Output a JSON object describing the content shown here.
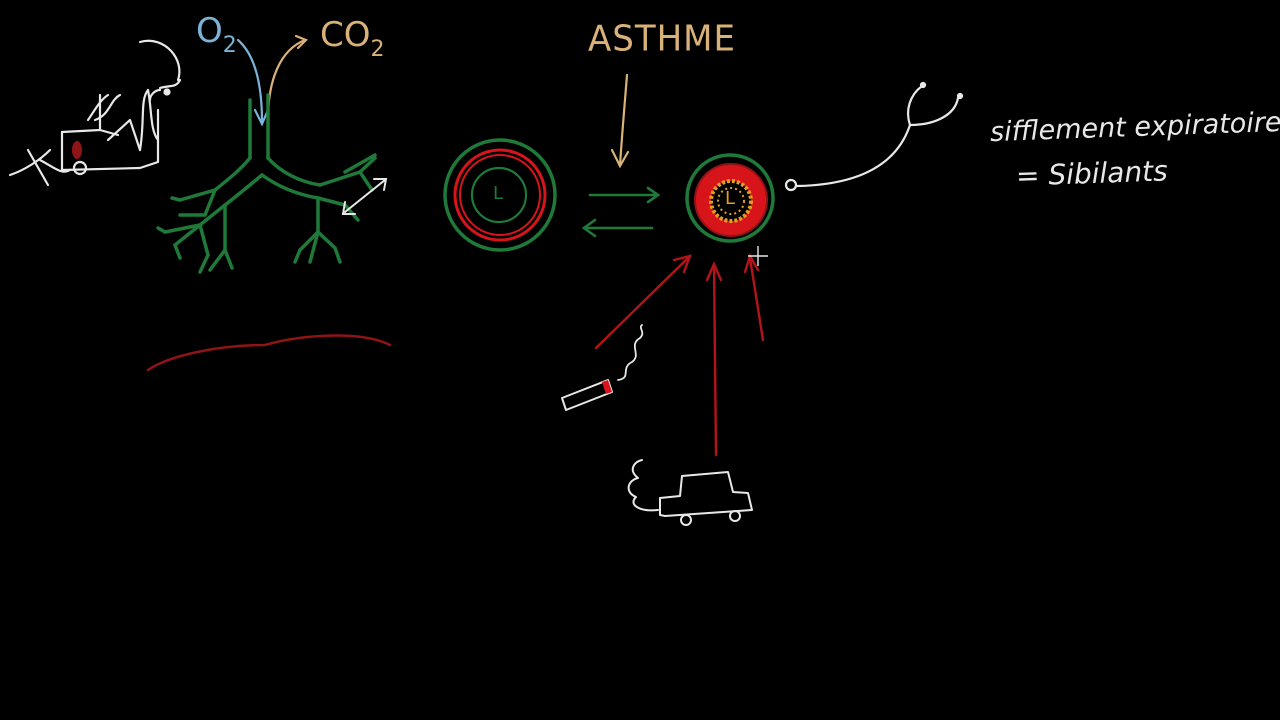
{
  "diagram": {
    "title": "ASTHME",
    "gas_labels": {
      "oxygen": "O",
      "oxygen_sub": "2",
      "carbon_dioxide": "CO",
      "carbon_dioxide_sub": "2"
    },
    "sound": {
      "line1": "sifflement expiratoire",
      "line2": "= Sibilants"
    },
    "airway_letters": {
      "normal": "L",
      "asthma": "L"
    }
  },
  "colors": {
    "background": "#000000",
    "ink_white": "#e8e8e8",
    "ink_green": "#1f7a3a",
    "ink_red": "#d8141b",
    "ink_dark_red": "#8f1416",
    "ink_tan": "#d9b27a",
    "ink_blue": "#7bb3d8",
    "ink_orange": "#e0a020"
  }
}
